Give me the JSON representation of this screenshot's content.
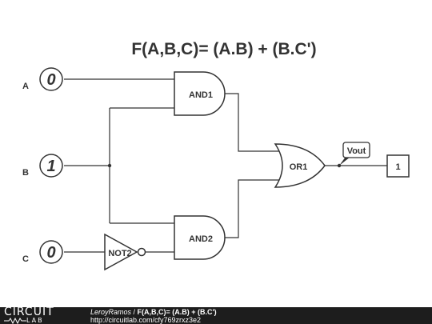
{
  "diagram": {
    "title": "F(A,B,C)= (A.B) + (B.C')",
    "inputs": [
      {
        "name": "A",
        "value": "0"
      },
      {
        "name": "B",
        "value": "1"
      },
      {
        "name": "C",
        "value": "0"
      }
    ],
    "gates": {
      "and1": "AND1",
      "and2": "AND2",
      "or1": "OR1",
      "not2": "NOT2"
    },
    "probe": "Vout",
    "output": "1"
  },
  "footer": {
    "logo_top": "CIRCUIT",
    "logo_bottom": "LAB",
    "author": "LeroyRamos",
    "separator": " / ",
    "title": "F(A,B,C)= (A.B) + (B.C')",
    "url": "http://circuitlab.com/cfy769zrxz3e2"
  },
  "colors": {
    "wire": "#333333",
    "footer_bg": "#1d1d1d",
    "text": "#333333"
  }
}
